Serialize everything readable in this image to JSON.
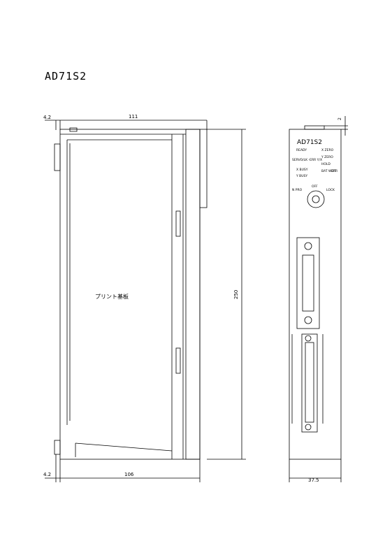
{
  "title": "AD71S2",
  "side_view": {
    "top_width": "111",
    "top_offset": "4.2",
    "bottom_width": "106",
    "bottom_offset": "4.2",
    "height": "250",
    "board_label": "プリント基板"
  },
  "front_view": {
    "top_gap": "2",
    "width": "37.5",
    "model": "AD71S2",
    "leds": {
      "ready": "READY",
      "servo_err": "SERVO/LK\n-ERR Y/X",
      "x_busy": "X BUSY",
      "y_busy": "Y BUSY",
      "x_zero": "X ZERO",
      "y_zero": "Y ZERO",
      "hold": "HOLD",
      "bat_err": "BAT\nWDT",
      "err": "ERR"
    },
    "switch": {
      "off": "OFF",
      "n_pro": "N PRO",
      "lock": "LOCK"
    }
  }
}
